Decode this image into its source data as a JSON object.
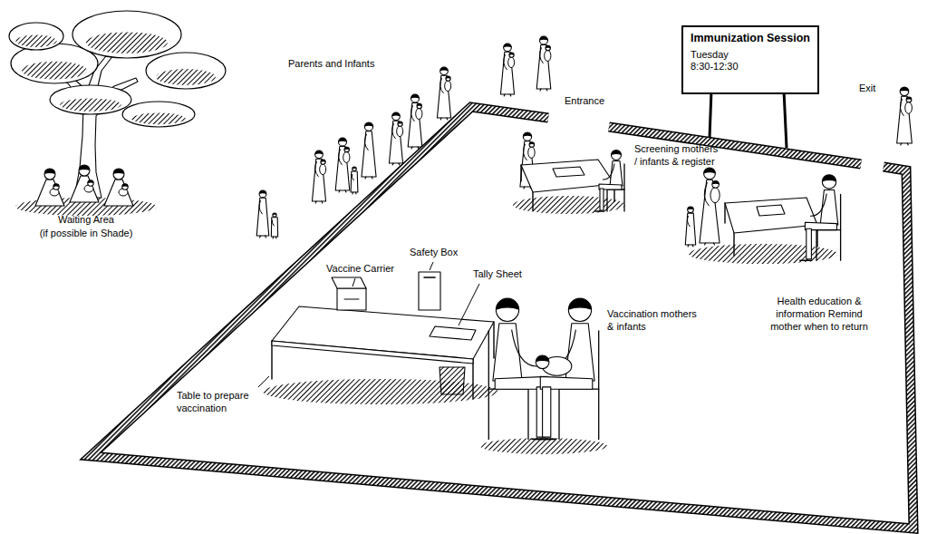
{
  "diagram": {
    "nodes": [
      {
        "text": [
          "Entrance"
        ]
      },
      {
        "text": [
          "Immunization Session",
          "Tuesday",
          "8:30-12:30"
        ]
      },
      {
        "text": [
          "Exit"
        ]
      },
      {
        "text": [
          "Screening mothers / infants & register"
        ]
      },
      {
        "text": [
          "Vaccination mothers & infants"
        ]
      },
      {
        "text": [
          "Health education & information Remind mother when to return"
        ]
      }
    ],
    "edges": [
      {
        "from": 0,
        "to": 3,
        "arrow": "to"
      },
      {
        "from": 3,
        "to": 4,
        "arrow": "to"
      },
      {
        "from": 4,
        "to": 5,
        "arrow": "to"
      },
      {
        "from": 5,
        "to": 2,
        "arrow": "to"
      }
    ],
    "labels": [
      "Parents and Infants",
      "Waiting Area",
      "(if possible in Shade)",
      "Vaccine Carrier",
      "Safety Box",
      "Tally Sheet",
      "Table to prepare vaccination"
    ]
  }
}
